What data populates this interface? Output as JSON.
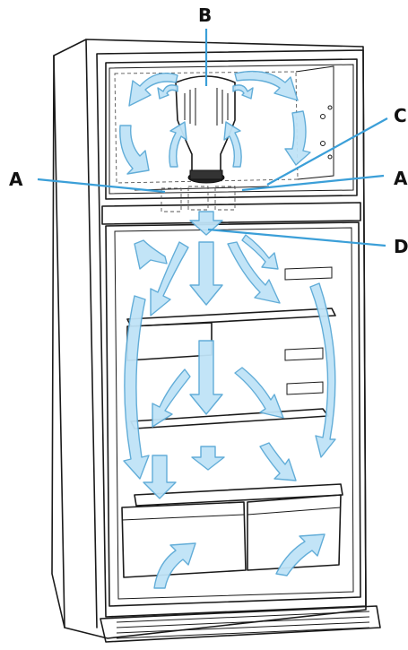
{
  "labels": {
    "a_left": "A",
    "a_right": "A",
    "b": "B",
    "c": "C",
    "d": "D"
  },
  "colors": {
    "airflow": "#bfe3f7",
    "airflow_stroke": "#5aa9d6",
    "leader_line": "#3b9fd8",
    "outline": "#1a1a1a"
  }
}
